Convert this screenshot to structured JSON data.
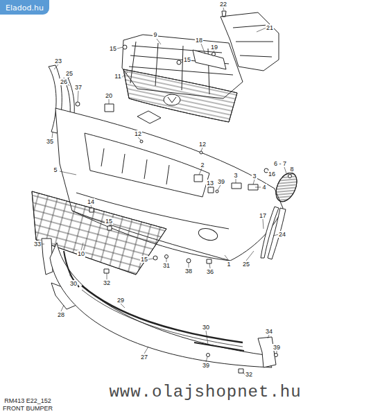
{
  "diagram": {
    "caption": "FRONT BUMPER",
    "nodes": [
      {
        "text": [
          "Eladod.hu"
        ]
      }
    ],
    "labels": [
      "22",
      "21",
      "9",
      "18",
      "15",
      "19",
      "15",
      "23",
      "25",
      "26",
      "37",
      "11",
      "20",
      "35",
      "12",
      "12",
      "5",
      "2",
      "6 - 7",
      "8",
      "3",
      "3",
      "16",
      "4",
      "13",
      "39",
      "14",
      "15",
      "17",
      "24",
      "33",
      "10",
      "15",
      "31",
      "38",
      "36",
      "1",
      "25",
      "32",
      "30",
      "29",
      "28",
      "30",
      "34",
      "39",
      "27",
      "39",
      "32",
      "RM413 E22_152",
      "www.olajshopnet.hu"
    ]
  }
}
